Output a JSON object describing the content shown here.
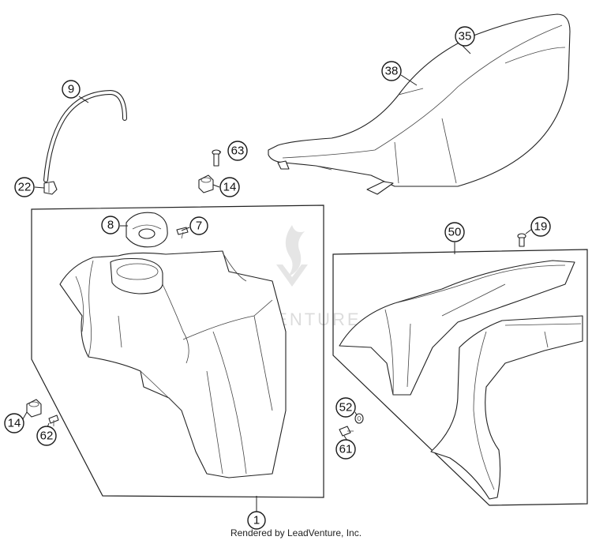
{
  "callouts": {
    "c1": "1",
    "c7": "7",
    "c8": "8",
    "c9": "9",
    "c14a": "14",
    "c14b": "14",
    "c19": "19",
    "c22": "22",
    "c35": "35",
    "c38": "38",
    "c50": "50",
    "c52": "52",
    "c61": "61",
    "c62": "62",
    "c63": "63"
  },
  "watermark": "LEADVENTURE",
  "footer": "Rendered by LeadVenture, Inc."
}
